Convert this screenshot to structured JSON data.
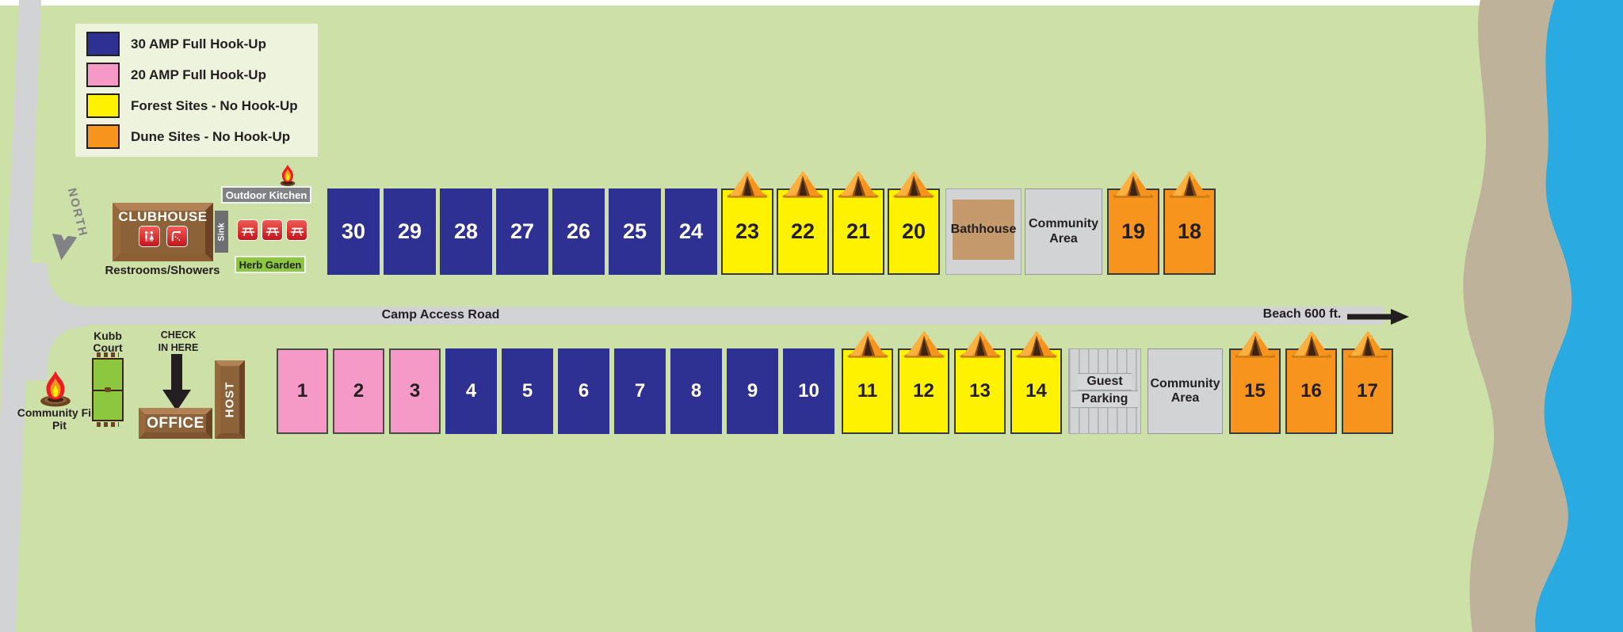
{
  "legend": {
    "items": [
      {
        "id": "amp30",
        "label": "30 AMP Full Hook-Up",
        "color": "#2E3192"
      },
      {
        "id": "amp20",
        "label": "20 AMP Full Hook-Up",
        "color": "#F59AC6"
      },
      {
        "id": "forest",
        "label": "Forest Sites - No Hook-Up",
        "color": "#FFF200"
      },
      {
        "id": "dune",
        "label": "Dune Sites - No Hook-Up",
        "color": "#F7941D"
      }
    ]
  },
  "compass": {
    "label": "NORTH"
  },
  "roads": {
    "camp_access": {
      "label": "Camp Access Road"
    },
    "beach": {
      "label": "Beach 600 ft."
    }
  },
  "facilities": {
    "clubhouse": {
      "name": "CLUBHOUSE",
      "caption": "Restrooms/Showers"
    },
    "sink": {
      "label": "Sink"
    },
    "outdoor_kitchen": {
      "label": "Outdoor Kitchen"
    },
    "herb_garden": {
      "label": "Herb Garden"
    },
    "bathhouse": {
      "label": "Bathhouse"
    },
    "community_area_north": {
      "label": "Community Area"
    },
    "community_area_south": {
      "label": "Community Area"
    },
    "guest_parking": {
      "line1": "Guest",
      "line2": "Parking"
    },
    "office": {
      "label": "OFFICE"
    },
    "host": {
      "label": "HOST"
    },
    "check_in": {
      "line1": "CHECK",
      "line2": "IN HERE"
    },
    "kubb_court": {
      "label": "Kubb Court"
    },
    "fire_pit": {
      "label": "Community Fire Pit"
    }
  },
  "sites": {
    "north_row": {
      "amp30": [
        {
          "num": "30",
          "type": "amp30"
        },
        {
          "num": "29",
          "type": "amp30"
        },
        {
          "num": "28",
          "type": "amp30"
        },
        {
          "num": "27",
          "type": "amp30"
        },
        {
          "num": "26",
          "type": "amp30"
        },
        {
          "num": "25",
          "type": "amp30"
        },
        {
          "num": "24",
          "type": "amp30"
        }
      ],
      "forest": [
        {
          "num": "23",
          "type": "forest",
          "tent": true
        },
        {
          "num": "22",
          "type": "forest",
          "tent": true
        },
        {
          "num": "21",
          "type": "forest",
          "tent": true
        },
        {
          "num": "20",
          "type": "forest",
          "tent": true
        }
      ],
      "dune": [
        {
          "num": "19",
          "type": "dune",
          "tent": true
        },
        {
          "num": "18",
          "type": "dune",
          "tent": true
        }
      ]
    },
    "south_row": {
      "amp20": [
        {
          "num": "1",
          "type": "amp20"
        },
        {
          "num": "2",
          "type": "amp20"
        },
        {
          "num": "3",
          "type": "amp20"
        }
      ],
      "amp30": [
        {
          "num": "4",
          "type": "amp30"
        },
        {
          "num": "5",
          "type": "amp30"
        },
        {
          "num": "6",
          "type": "amp30"
        },
        {
          "num": "7",
          "type": "amp30"
        },
        {
          "num": "8",
          "type": "amp30"
        },
        {
          "num": "9",
          "type": "amp30"
        },
        {
          "num": "10",
          "type": "amp30"
        }
      ],
      "forest": [
        {
          "num": "11",
          "type": "forest",
          "tent": true
        },
        {
          "num": "12",
          "type": "forest",
          "tent": true
        },
        {
          "num": "13",
          "type": "forest",
          "tent": true
        },
        {
          "num": "14",
          "type": "forest",
          "tent": true
        }
      ],
      "dune": [
        {
          "num": "15",
          "type": "dune",
          "tent": true
        },
        {
          "num": "16",
          "type": "dune",
          "tent": true
        },
        {
          "num": "17",
          "type": "dune",
          "tent": true
        }
      ]
    }
  }
}
